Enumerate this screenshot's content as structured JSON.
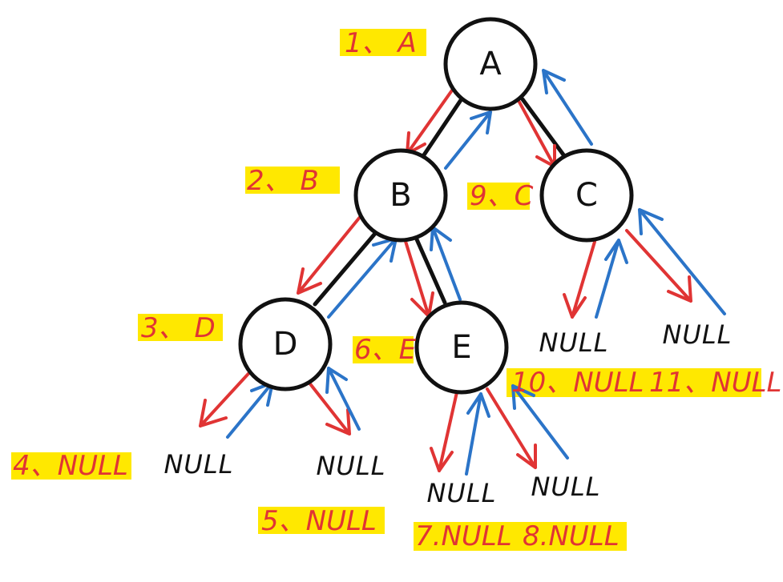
{
  "colors": {
    "highlight": "#ffe800",
    "annotation": "#e03434",
    "descend_arrow": "#e03434",
    "return_arrow": "#2b74c8",
    "ink": "#111111"
  },
  "nodes": {
    "a": "A",
    "b": "B",
    "c": "C",
    "d": "D",
    "e": "E"
  },
  "null_labels": {
    "d_left": "NULL",
    "d_right": "NULL",
    "e_left": "NULL",
    "e_right": "NULL",
    "c_left": "NULL",
    "c_right": "NULL"
  },
  "step_notes": {
    "s1": "1、 A",
    "s2": "2、 B",
    "s3": "3、 D",
    "s4": "4、NULL",
    "s5": "5、NULL",
    "s6": "6、E",
    "s7": "7.NULL",
    "s8": "8.NULL",
    "s9": "9、C",
    "s10": "10、NULL",
    "s11": "11、NULL"
  }
}
